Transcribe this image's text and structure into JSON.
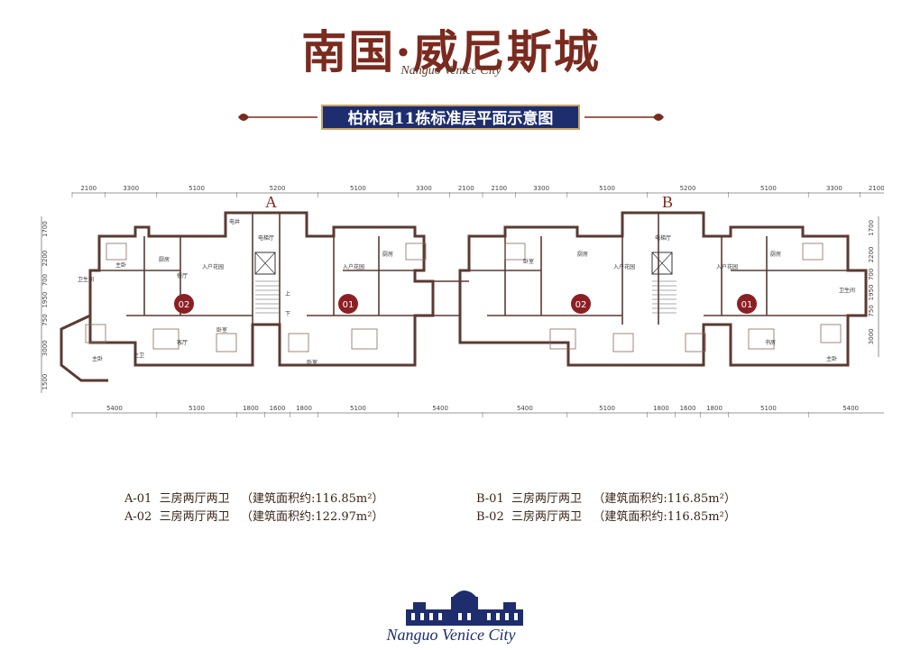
{
  "header": {
    "brand_title": "南国·威尼斯城",
    "brand_subtitle": "Nanguo Venice City",
    "banner": "柏林园11栋标准层平面示意图"
  },
  "plan": {
    "unit_labels": [
      "A",
      "B"
    ],
    "apartment_numbers": [
      "02",
      "01",
      "02",
      "01"
    ],
    "top_dimensions": [
      "2100",
      "3300",
      "5100",
      "5200",
      "5100",
      "3300",
      "2100",
      "2100",
      "3300",
      "5100",
      "5200",
      "5100",
      "3300",
      "2100"
    ],
    "bottom_dimensions": [
      "5400",
      "5100",
      "1800",
      "1600",
      "1800",
      "5100",
      "5400",
      "5400",
      "5100",
      "1800",
      "1600",
      "1800",
      "5100",
      "5400"
    ],
    "left_dimensions": [
      "1700",
      "2200",
      "700",
      "1950",
      "750",
      "3000",
      "1500"
    ],
    "right_dimensions": [
      "1700",
      "2200",
      "700",
      "1950",
      "750",
      "3000"
    ],
    "room_labels": {
      "master_bedroom": "主卧",
      "bedroom": "卧室",
      "living": "客厅",
      "dining": "餐厅",
      "kitchen": "厨房",
      "bath": "卫生间",
      "main_bath": "主卫",
      "garden": "入户花园",
      "lobby": "电梯厅",
      "well": "电井",
      "study": "书房",
      "up": "上",
      "down": "下"
    }
  },
  "legend": {
    "left": [
      {
        "code": "A-01",
        "type": "三房两厅两卫",
        "area": "（建筑面积约:116.85m²）"
      },
      {
        "code": "A-02",
        "type": "三房两厅两卫",
        "area": "（建筑面积约:122.97m²）"
      }
    ],
    "right": [
      {
        "code": "B-01",
        "type": "三房两厅两卫",
        "area": "（建筑面积约:116.85m²）"
      },
      {
        "code": "B-02",
        "type": "三房两厅两卫",
        "area": "（建筑面积约:116.85m²）"
      }
    ]
  },
  "footer": {
    "logo_text": "Nanguo Venice City"
  },
  "colors": {
    "brand": "#7a2a1e",
    "banner_bg": "#1d2d6e",
    "marker": "#8b1f24",
    "wall": "#5a3a32"
  }
}
